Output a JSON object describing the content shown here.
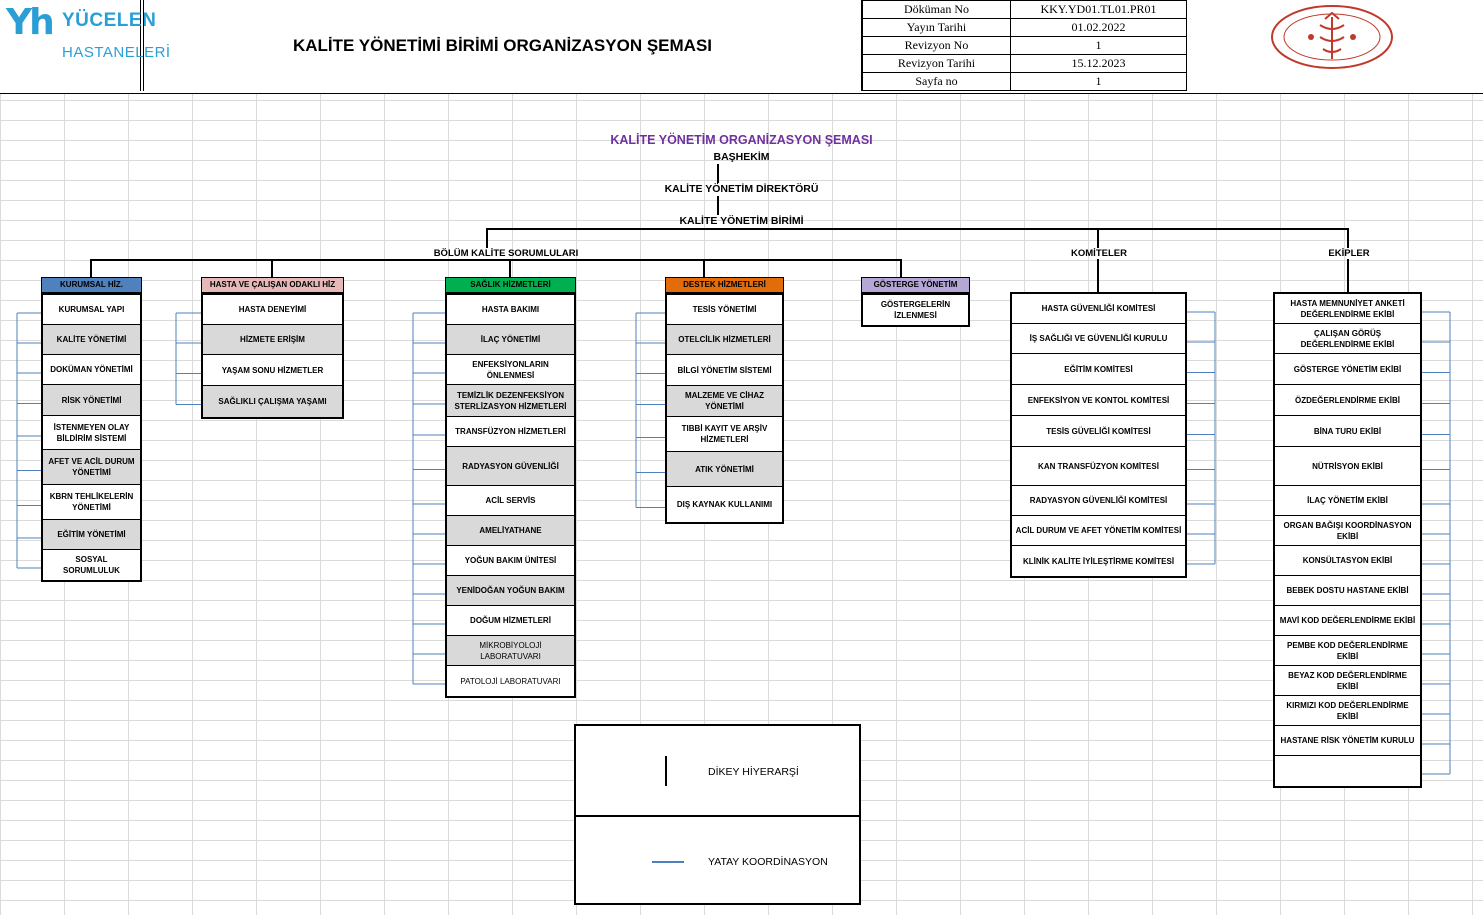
{
  "header": {
    "logo_mark": "Yh",
    "logo_name": "YÜCELEN",
    "logo_sub": "HASTANELERİ",
    "title": "KALİTE YÖNETİMİ BİRİMİ ORGANİZASYON ŞEMASI",
    "doc_info": [
      {
        "key": "Döküman No",
        "value": "KKY.YD01.TL01.PR01"
      },
      {
        "key": "Yayın Tarihi",
        "value": "01.02.2022"
      },
      {
        "key": "Revizyon No",
        "value": "1"
      },
      {
        "key": "Revizyon Tarihi",
        "value": "15.12.2023"
      },
      {
        "key": "Sayfa no",
        "value": "1"
      }
    ],
    "seal_color": "#c0392b"
  },
  "chart": {
    "title": "KALİTE YÖNETİM ORGANİZASYON ŞEMASI",
    "level1": "BAŞHEKİM",
    "level2": "KALİTE YÖNETİM DİREKTÖRÜ",
    "level3": "KALİTE YÖNETİM BİRİMİ",
    "branch_bolum": "BÖLÜM KALİTE SORUMLULARI",
    "branch_komite": "KOMİTELER",
    "branch_ekip": "EKİPLER"
  },
  "columns": {
    "kurumsal": {
      "header": "KURUMSAL HİZ.",
      "color": "#4f81bd",
      "items": [
        {
          "label": "KURUMSAL YAPI",
          "gray": false
        },
        {
          "label": "KALİTE YÖNETİMİ",
          "gray": true
        },
        {
          "label": "DOKÜMAN YÖNETİMİ",
          "gray": false
        },
        {
          "label": "RİSK YÖNETİMİ",
          "gray": true
        },
        {
          "label": "İSTENMEYEN OLAY BİLDİRİM SİSTEMİ",
          "gray": false
        },
        {
          "label": "AFET VE ACİL DURUM YÖNETİMİ",
          "gray": true
        },
        {
          "label": "KBRN TEHLİKELERİN YÖNETİMİ",
          "gray": false
        },
        {
          "label": "EĞİTİM YÖNETİMİ",
          "gray": true
        },
        {
          "label": "SOSYAL SORUMLULUK",
          "gray": false
        }
      ]
    },
    "hasta": {
      "header": "HASTA VE ÇALIŞAN ODAKLI HİZ",
      "color": "#e6b8b7",
      "items": [
        {
          "label": "HASTA DENEYİMİ",
          "gray": false
        },
        {
          "label": "HİZMETE ERİŞİM",
          "gray": true
        },
        {
          "label": "YAŞAM SONU HİZMETLER",
          "gray": false
        },
        {
          "label": "SAĞLIKLI ÇALIŞMA YAŞAMI",
          "gray": true
        }
      ]
    },
    "saglik": {
      "header": "SAĞLIK HİZMETLERİ",
      "color": "#00b050",
      "items": [
        {
          "label": "HASTA BAKIMI",
          "gray": false
        },
        {
          "label": "İLAÇ YÖNETİMİ",
          "gray": true
        },
        {
          "label": "ENFEKSİYONLARIN ÖNLENMESİ",
          "gray": false
        },
        {
          "label": "TEMİZLİK DEZENFEKSİYON STERLİZASYON HİZMETLERİ",
          "gray": true
        },
        {
          "label": "TRANSFÜZYON HİZMETLERİ",
          "gray": false
        },
        {
          "label": "RADYASYON GÜVENLİĞİ",
          "gray": true
        },
        {
          "label": "ACİL SERVİS",
          "gray": false
        },
        {
          "label": "AMELİYATHANE",
          "gray": true
        },
        {
          "label": "YOĞUN BAKIM ÜNİTESİ",
          "gray": false
        },
        {
          "label": "YENİDOĞAN YOĞUN BAKIM",
          "gray": true
        },
        {
          "label": "DOĞUM HİZMETLERİ",
          "gray": false
        },
        {
          "label": "MİKROBİYOLOJİ LABORATUVARI",
          "gray": true,
          "light": true
        },
        {
          "label": "PATOLOJİ LABORATUVARI",
          "gray": false,
          "light": true
        }
      ]
    },
    "destek": {
      "header": "DESTEK HİZMETLERİ",
      "color": "#e26b0a",
      "items": [
        {
          "label": "TESİS YÖNETİMİ",
          "gray": false
        },
        {
          "label": "OTELCİLİK HİZMETLERİ",
          "gray": true
        },
        {
          "label": "BİLGİ YÖNETİM SİSTEMİ",
          "gray": false
        },
        {
          "label": "MALZEME VE CİHAZ YÖNETİMİ",
          "gray": true
        },
        {
          "label": "TIBBİ KAYIT VE ARŞİV HİZMETLERİ",
          "gray": false
        },
        {
          "label": "ATIK YÖNETİMİ",
          "gray": true
        },
        {
          "label": "DIŞ KAYNAK KULLANIMI",
          "gray": false
        }
      ]
    },
    "gosterge": {
      "header": "GÖSTERGE YÖNETİM",
      "color": "#b4a7d6",
      "items": [
        {
          "label": "GÖSTERGELERİN İZLENMESİ",
          "gray": false
        }
      ]
    },
    "komiteler": {
      "items": [
        {
          "label": "HASTA GÜVENLİĞİ KOMİTESİ",
          "gray": false
        },
        {
          "label": "İŞ SAĞLIĞI VE GÜVENLİĞİ KURULU",
          "gray": false
        },
        {
          "label": "EĞİTİM KOMİTESİ",
          "gray": false
        },
        {
          "label": "ENFEKSİYON VE KONTOL KOMİTESİ",
          "gray": false
        },
        {
          "label": "TESİS GÜVELİĞİ KOMİTESİ",
          "gray": false
        },
        {
          "label": "KAN TRANSFÜZYON KOMİTESİ",
          "gray": false
        },
        {
          "label": "RADYASYON GÜVENLİĞİ KOMİTESİ",
          "gray": false
        },
        {
          "label": "ACİL DURUM VE AFET YÖNETİM KOMİTESİ",
          "gray": false
        },
        {
          "label": "KLİNİK KALİTE İYİLEŞTİRME KOMİTESİ",
          "gray": false
        }
      ]
    },
    "ekipler": {
      "items": [
        {
          "label": "HASTA MEMNUNİYET ANKETİ DEĞERLENDİRME EKİBİ",
          "gray": false
        },
        {
          "label": "ÇALIŞAN GÖRÜŞ DEĞERLENDİRME EKİBİ",
          "gray": false
        },
        {
          "label": "GÖSTERGE YÖNETİM EKİBİ",
          "gray": false
        },
        {
          "label": "ÖZDEĞERLENDİRME EKİBİ",
          "gray": false
        },
        {
          "label": "BİNA TURU EKİBİ",
          "gray": false
        },
        {
          "label": "NÜTRİSYON EKİBİ",
          "gray": false
        },
        {
          "label": "İLAÇ YÖNETİM EKİBİ",
          "gray": false
        },
        {
          "label": "ORGAN BAĞIŞI KOORDİNASYON EKİBİ",
          "gray": false
        },
        {
          "label": "KONSÜLTASYON EKİBİ",
          "gray": false
        },
        {
          "label": "BEBEK DOSTU HASTANE EKİBİ",
          "gray": false
        },
        {
          "label": "MAVİ KOD DEĞERLENDİRME EKİBİ",
          "gray": false
        },
        {
          "label": "PEMBE KOD DEĞERLENDİRME EKİBİ",
          "gray": false
        },
        {
          "label": "BEYAZ KOD DEĞERLENDİRME EKİBİ",
          "gray": false
        },
        {
          "label": "KIRMIZI KOD DEĞERLENDİRME EKİBİ",
          "gray": false
        },
        {
          "label": "HASTANE RİSK YÖNETİM KURULU",
          "gray": false
        },
        {
          "label": "",
          "gray": false
        }
      ]
    }
  },
  "legend": {
    "vertical": "DİKEY HİYERARŞİ",
    "horizontal": "YATAY KOORDİNASYON",
    "horizontal_color": "#4f81bd"
  }
}
